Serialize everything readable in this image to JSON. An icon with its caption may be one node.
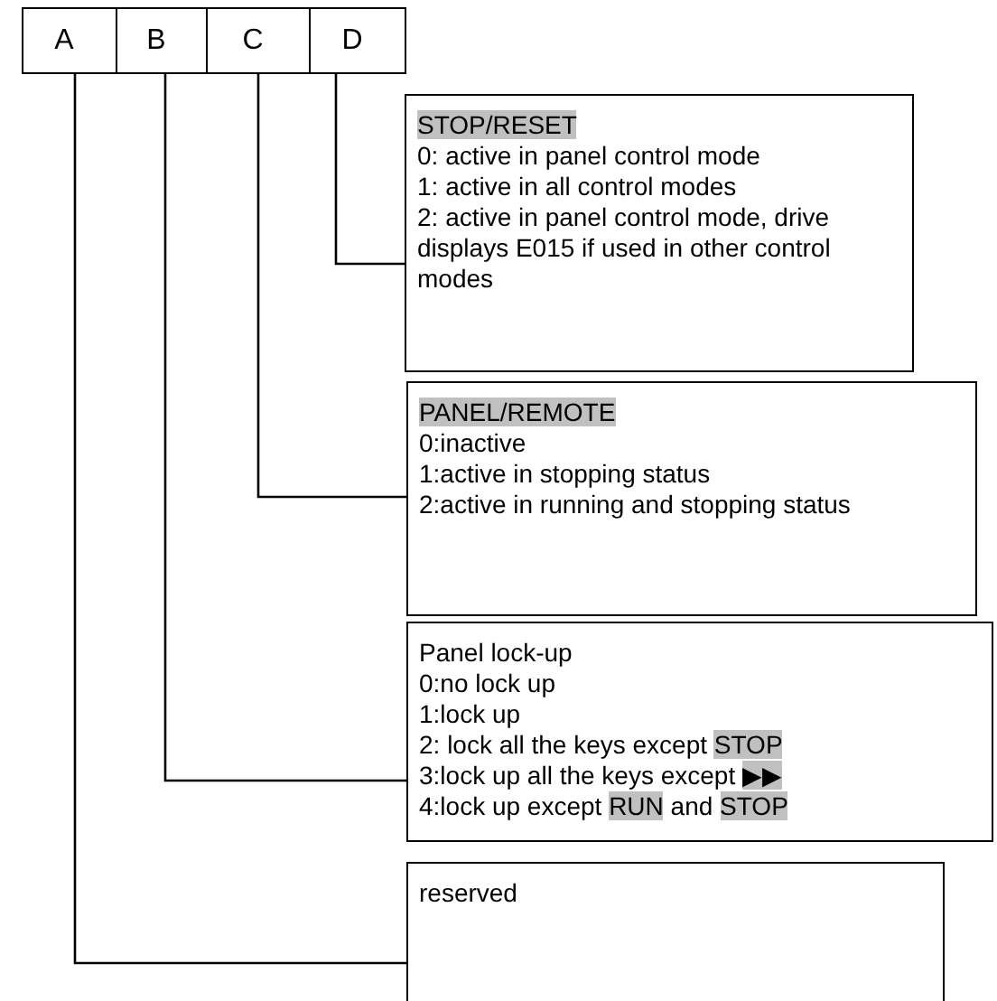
{
  "diagram": {
    "nodes": [
      {
        "text": [
          "A"
        ]
      },
      {
        "text": [
          "B"
        ]
      },
      {
        "text": [
          "C"
        ]
      },
      {
        "text": [
          "D"
        ]
      },
      {
        "text": [
          "**STOP/RESET**",
          "0: active in panel control mode",
          "1: active in all control modes",
          "2: active in panel control mode, drive displays E015 if used in other control modes"
        ]
      },
      {
        "text": [
          "**PANEL/REMOTE**",
          "0:inactive",
          "1:active in stopping status",
          "2:active in running and stopping status"
        ]
      },
      {
        "text": [
          "Panel lock-up",
          "0:no lock up",
          "1:lock up",
          "2: lock all the keys except **STOP**",
          "3:lock up all the keys except **▶▶**",
          "4:lock up except **RUN** and **STOP**"
        ]
      },
      {
        "text": [
          "reserved"
        ]
      }
    ],
    "edges": [
      {
        "from": 3,
        "to": 4,
        "arrow": "none"
      },
      {
        "from": 2,
        "to": 5,
        "arrow": "none"
      },
      {
        "from": 1,
        "to": 6,
        "arrow": "none"
      },
      {
        "from": 0,
        "to": 7,
        "arrow": "none"
      }
    ]
  }
}
